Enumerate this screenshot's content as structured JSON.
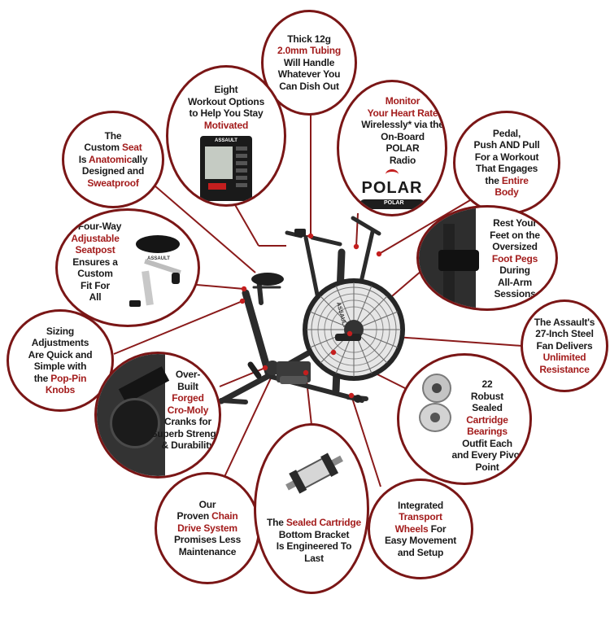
{
  "colors": {
    "ring": "#7a1616",
    "highlight": "#a31c1c",
    "leader": "#8a1a1a",
    "text": "#1a1a1a"
  },
  "polar": {
    "brand": "POLAR",
    "strap_brand": "POLAR"
  },
  "monitor": {
    "brand": "ASSAULT"
  },
  "fan": {
    "brand": "ASSAULT"
  },
  "seat": {
    "brand": "ASSAULT"
  },
  "callouts": [
    {
      "id": "tubing",
      "segments": [
        {
          "t": "Thick 12g"
        },
        {
          "br": 1
        },
        {
          "t": "2.0mm Tubing",
          "hl": 1
        },
        {
          "br": 1
        },
        {
          "t": "Will Handle"
        },
        {
          "br": 1
        },
        {
          "t": "Whatever You"
        },
        {
          "br": 1
        },
        {
          "t": "Can Dish Out"
        }
      ]
    },
    {
      "id": "workout",
      "segments": [
        {
          "t": "Eight"
        },
        {
          "br": 1
        },
        {
          "t": "Workout Options"
        },
        {
          "br": 1
        },
        {
          "t": "to Help You Stay"
        },
        {
          "br": 1
        },
        {
          "t": "Motivated",
          "hl": 1
        }
      ]
    },
    {
      "id": "heart",
      "segments": [
        {
          "t": "Monitor",
          "hl": 1
        },
        {
          "br": 1
        },
        {
          "t": "Your Heart Rate",
          "hl": 1
        },
        {
          "br": 1
        },
        {
          "t": "Wirelessly* via the"
        },
        {
          "br": 1
        },
        {
          "t": "On-Board"
        },
        {
          "br": 1
        },
        {
          "t": "POLAR"
        },
        {
          "br": 1
        },
        {
          "t": "Radio"
        }
      ]
    },
    {
      "id": "seat",
      "segments": [
        {
          "t": "The"
        },
        {
          "br": 1
        },
        {
          "t": "Custom "
        },
        {
          "t": "Seat",
          "hl": 1
        },
        {
          "br": 1
        },
        {
          "t": "Is "
        },
        {
          "t": "Anatomic",
          "hl": 1
        },
        {
          "t": "ally"
        },
        {
          "br": 1
        },
        {
          "t": "Designed and"
        },
        {
          "br": 1
        },
        {
          "t": "Sweatproof",
          "hl": 1
        }
      ]
    },
    {
      "id": "pedal",
      "segments": [
        {
          "t": "Pedal,"
        },
        {
          "br": 1
        },
        {
          "t": "Push AND Pull"
        },
        {
          "br": 1
        },
        {
          "t": "For a Workout"
        },
        {
          "br": 1
        },
        {
          "t": "That Engages"
        },
        {
          "br": 1
        },
        {
          "t": "the "
        },
        {
          "t": "Entire",
          "hl": 1
        },
        {
          "br": 1
        },
        {
          "t": "Body",
          "hl": 1
        }
      ]
    },
    {
      "id": "seatpost",
      "segments": [
        {
          "t": "A Four-Way"
        },
        {
          "br": 1
        },
        {
          "t": "Adjustable",
          "hl": 1
        },
        {
          "br": 1
        },
        {
          "t": "Seatpost",
          "hl": 1
        },
        {
          "br": 1
        },
        {
          "t": "Ensures a"
        },
        {
          "br": 1
        },
        {
          "t": "Custom"
        },
        {
          "br": 1
        },
        {
          "t": "Fit For"
        },
        {
          "br": 1
        },
        {
          "t": "All"
        }
      ]
    },
    {
      "id": "footpegs",
      "segments": [
        {
          "t": "Rest Your"
        },
        {
          "br": 1
        },
        {
          "t": "Feet on the"
        },
        {
          "br": 1
        },
        {
          "t": "Oversized"
        },
        {
          "br": 1
        },
        {
          "t": "Foot Pegs",
          "hl": 1
        },
        {
          "br": 1
        },
        {
          "t": "During"
        },
        {
          "br": 1
        },
        {
          "t": "All-Arm"
        },
        {
          "br": 1
        },
        {
          "t": "Sessions"
        }
      ]
    },
    {
      "id": "sizing",
      "segments": [
        {
          "t": "Sizing"
        },
        {
          "br": 1
        },
        {
          "t": "Adjustments"
        },
        {
          "br": 1
        },
        {
          "t": "Are Quick and"
        },
        {
          "br": 1
        },
        {
          "t": "Simple with"
        },
        {
          "br": 1
        },
        {
          "t": "the "
        },
        {
          "t": "Pop-Pin",
          "hl": 1
        },
        {
          "br": 1
        },
        {
          "t": "Knobs",
          "hl": 1
        }
      ]
    },
    {
      "id": "fan",
      "segments": [
        {
          "t": "The Assault's"
        },
        {
          "br": 1
        },
        {
          "t": "27-Inch Steel"
        },
        {
          "br": 1
        },
        {
          "t": "Fan Delivers"
        },
        {
          "br": 1
        },
        {
          "t": "Unlimited",
          "hl": 1
        },
        {
          "br": 1
        },
        {
          "t": "Resistance",
          "hl": 1
        }
      ]
    },
    {
      "id": "cranks",
      "segments": [
        {
          "t": "Over-"
        },
        {
          "br": 1
        },
        {
          "t": "Built"
        },
        {
          "br": 1
        },
        {
          "t": "Forged",
          "hl": 1
        },
        {
          "br": 1
        },
        {
          "t": "Cro-Moly",
          "hl": 1
        },
        {
          "br": 1
        },
        {
          "t": "Cranks for"
        },
        {
          "br": 1
        },
        {
          "t": "Superb Strength"
        },
        {
          "br": 1
        },
        {
          "t": "& Durability"
        }
      ]
    },
    {
      "id": "bearings",
      "segments": [
        {
          "t": "22"
        },
        {
          "br": 1
        },
        {
          "t": "Robust"
        },
        {
          "br": 1
        },
        {
          "t": "Sealed"
        },
        {
          "br": 1
        },
        {
          "t": "Cartridge",
          "hl": 1
        },
        {
          "br": 1
        },
        {
          "t": "Bearings",
          "hl": 1
        },
        {
          "br": 1
        },
        {
          "t": "Outfit Each"
        },
        {
          "br": 1
        },
        {
          "t": "and Every Pivot"
        },
        {
          "br": 1
        },
        {
          "t": "Point"
        }
      ]
    },
    {
      "id": "chain",
      "segments": [
        {
          "t": "Our"
        },
        {
          "br": 1
        },
        {
          "t": "Proven "
        },
        {
          "t": "Chain",
          "hl": 1
        },
        {
          "br": 1
        },
        {
          "t": "Drive System",
          "hl": 1
        },
        {
          "br": 1
        },
        {
          "t": "Promises  Less"
        },
        {
          "br": 1
        },
        {
          "t": "Maintenance"
        }
      ]
    },
    {
      "id": "bracket",
      "segments": [
        {
          "t": "The "
        },
        {
          "t": "Sealed Cartridge",
          "hl": 1
        },
        {
          "br": 1
        },
        {
          "t": "Bottom Bracket"
        },
        {
          "br": 1
        },
        {
          "t": "Is Engineered To"
        },
        {
          "br": 1
        },
        {
          "t": "Last"
        }
      ]
    },
    {
      "id": "wheels",
      "segments": [
        {
          "t": "Integrated"
        },
        {
          "br": 1
        },
        {
          "t": "Transport",
          "hl": 1
        },
        {
          "br": 1
        },
        {
          "t": "Wheels",
          "hl": 1
        },
        {
          "t": " For"
        },
        {
          "br": 1
        },
        {
          "t": "Easy Movement"
        },
        {
          "br": 1
        },
        {
          "t": "and Setup"
        }
      ]
    }
  ]
}
